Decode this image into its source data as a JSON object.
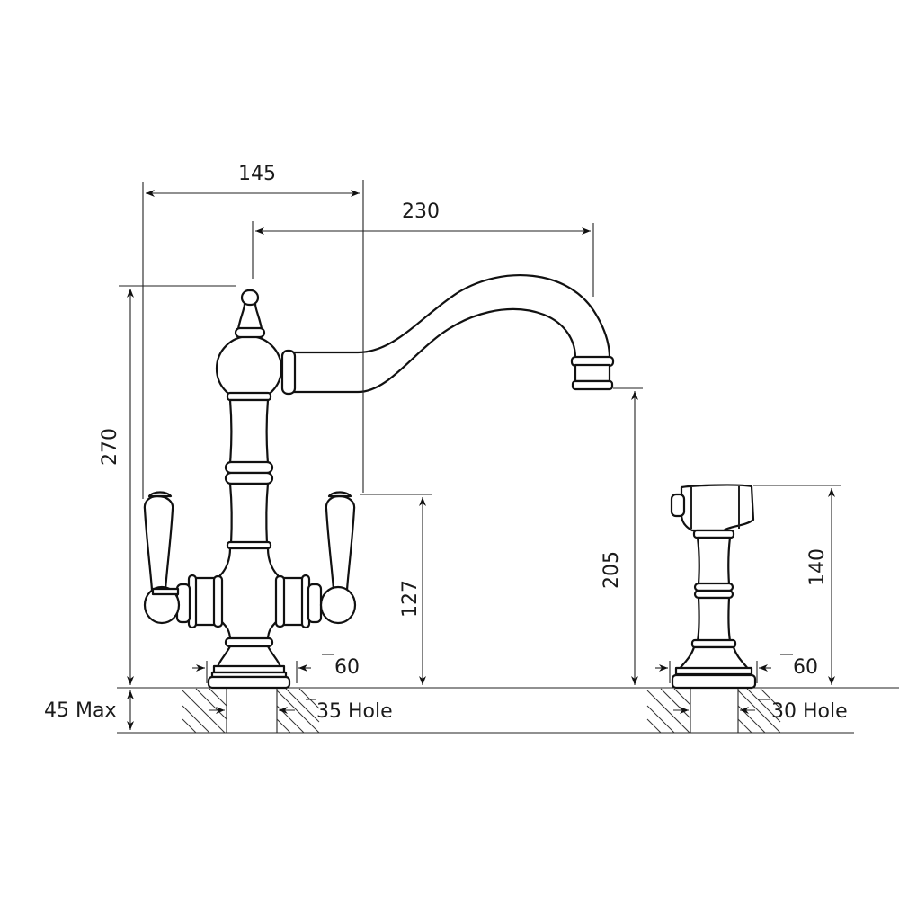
{
  "drawing": {
    "title": "Kitchen mixer tap with side rinse technical dimensions",
    "units": "mm",
    "colors": {
      "line": "#111111",
      "background": "#ffffff"
    }
  },
  "dimensions": {
    "handle_span": "145",
    "spout_reach": "230",
    "overall_height": "270",
    "handle_height": "127",
    "spout_outlet_height": "205",
    "rinse_height": "140",
    "tap_base_diameter": "60",
    "rinse_base_diameter": "60",
    "tap_hole": "35 Hole",
    "rinse_hole": "30 Hole",
    "max_deck_thickness": "45 Max"
  },
  "components": [
    {
      "name": "Mixer tap",
      "parts": [
        "finial",
        "body",
        "swivel spout",
        "two lever handles",
        "base"
      ]
    },
    {
      "name": "Side rinse",
      "parts": [
        "spray head",
        "body",
        "base"
      ]
    }
  ]
}
